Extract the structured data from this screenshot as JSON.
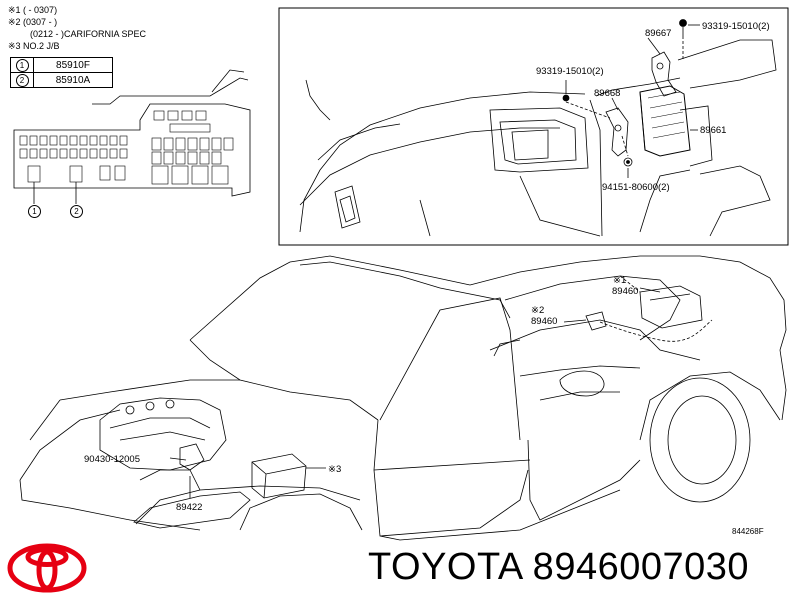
{
  "notes": {
    "line1": "※1 (      - 0307)",
    "line2": "※2 (0307 -       )",
    "line2b": "(0212 -       )CARIFORNIA SPEC",
    "line3": "※3 NO.2 J/B"
  },
  "pn_table": [
    {
      "ref": "1",
      "part": "85910F"
    },
    {
      "ref": "2",
      "part": "85910A"
    }
  ],
  "jb_refs": [
    "1",
    "2"
  ],
  "callouts": {
    "p89667": "89667",
    "p93319a": "93319-15010(2)",
    "p93319b": "93319-15010(2)",
    "p89668": "89668",
    "p89661": "89661",
    "p94151": "94151-80600(2)",
    "p89460a_mark": "※1",
    "p89460a": "89460",
    "p89460b_mark": "※2",
    "p89460b": "89460",
    "p90430": "90430-12005",
    "p89422": "89422",
    "jb_mark": "※3"
  },
  "diagram_code": "844268F",
  "brand": "TOYOTA 8946007030",
  "logo": {
    "name": "toyota-logo",
    "color": "#e60012"
  }
}
